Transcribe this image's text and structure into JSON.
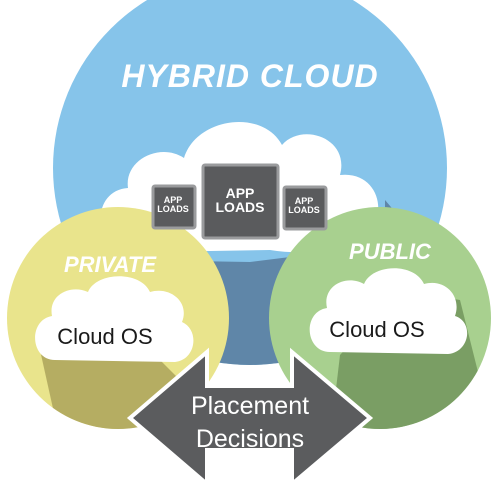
{
  "diagram": {
    "title": "HYBRID CLOUD",
    "private_label": "PRIVATE",
    "public_label": "PUBLIC",
    "private_cloud_text": "Cloud OS",
    "public_cloud_text": "Cloud OS",
    "app_loads": [
      {
        "line1": "APP",
        "line2": "LOADS"
      },
      {
        "line1": "APP",
        "line2": "LOADS"
      },
      {
        "line1": "APP",
        "line2": "LOADS"
      }
    ],
    "placement": {
      "line1": "Placement",
      "line2": "Decisions"
    },
    "colors": {
      "hybrid": "#86c4ea",
      "private": "#e9e48c",
      "public": "#a8d08f",
      "app_box": "#5a5b5d",
      "arrow": "#5b5c5e",
      "shadow": "#5f86a8"
    }
  }
}
